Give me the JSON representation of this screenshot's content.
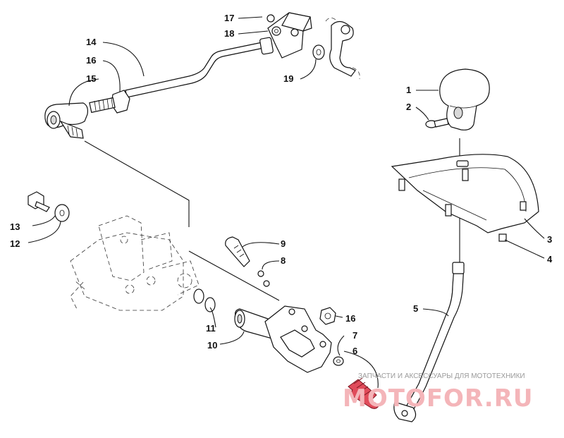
{
  "watermark": {
    "caption": "ЗАПЧАСТИ И АКСЕССУАРЫ ДЛЯ МОТОТЕХНИКИ",
    "logo": "MOTOFOR.RU"
  },
  "callouts": [
    {
      "id": "c1",
      "label": "1"
    },
    {
      "id": "c2",
      "label": "2"
    },
    {
      "id": "c3",
      "label": "3"
    },
    {
      "id": "c4",
      "label": "4"
    },
    {
      "id": "c5",
      "label": "5"
    },
    {
      "id": "c6",
      "label": "6"
    },
    {
      "id": "c7",
      "label": "7"
    },
    {
      "id": "c8",
      "label": "8"
    },
    {
      "id": "c9",
      "label": "9"
    },
    {
      "id": "c10",
      "label": "10"
    },
    {
      "id": "c11",
      "label": "11"
    },
    {
      "id": "c12",
      "label": "12"
    },
    {
      "id": "c13",
      "label": "13"
    },
    {
      "id": "c14",
      "label": "14"
    },
    {
      "id": "c15",
      "label": "15"
    },
    {
      "id": "c16a",
      "label": "16"
    },
    {
      "id": "c16b",
      "label": "16"
    },
    {
      "id": "c17",
      "label": "17"
    },
    {
      "id": "c18",
      "label": "18"
    },
    {
      "id": "c19",
      "label": "19"
    }
  ]
}
